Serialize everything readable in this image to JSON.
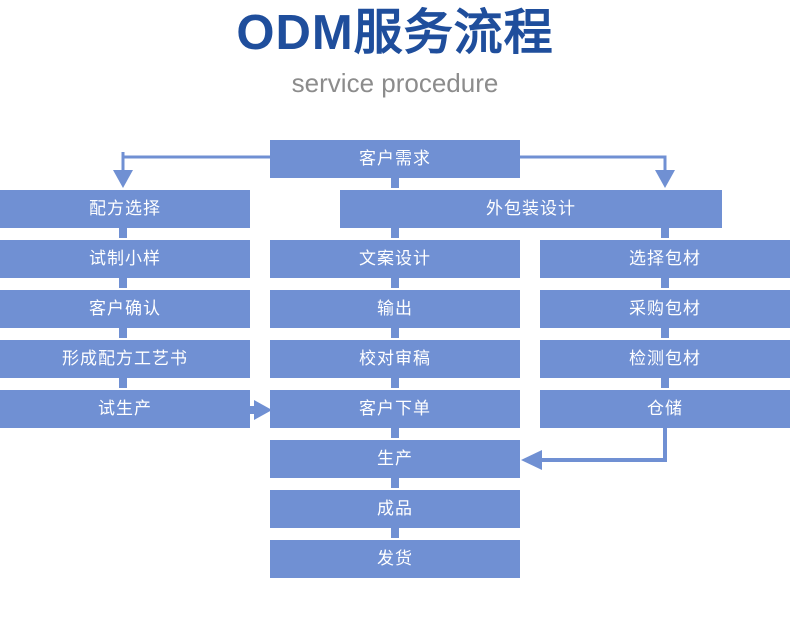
{
  "header": {
    "title": "ODM服务流程",
    "subtitle": "service procedure",
    "title_color": "#1f4e9c",
    "subtitle_color": "#8c8c8c"
  },
  "theme": {
    "node_fill": "#7090d3",
    "node_text": "#ffffff",
    "connector_color": "#7090d3",
    "background": "#ffffff"
  },
  "chart_data": {
    "type": "diagram",
    "diagram_kind": "flowchart",
    "title": "ODM服务流程",
    "subtitle": "service procedure",
    "nodes": [
      {
        "id": "n0",
        "label": "客户需求",
        "column": "top",
        "order": 0
      },
      {
        "id": "l1",
        "label": "配方选择",
        "column": "left",
        "order": 1
      },
      {
        "id": "l2",
        "label": "试制小样",
        "column": "left",
        "order": 2
      },
      {
        "id": "l3",
        "label": "客户确认",
        "column": "left",
        "order": 3
      },
      {
        "id": "l4",
        "label": "形成配方工艺书",
        "column": "left",
        "order": 4
      },
      {
        "id": "l5",
        "label": "试生产",
        "column": "left",
        "order": 5
      },
      {
        "id": "m1",
        "label": "外包装设计",
        "column": "middle",
        "order": 1
      },
      {
        "id": "m2",
        "label": "文案设计",
        "column": "middle",
        "order": 2
      },
      {
        "id": "m3",
        "label": "输出",
        "column": "middle",
        "order": 3
      },
      {
        "id": "m4",
        "label": "校对审稿",
        "column": "middle",
        "order": 4
      },
      {
        "id": "m5",
        "label": "客户下单",
        "column": "middle",
        "order": 5
      },
      {
        "id": "m6",
        "label": "生产",
        "column": "middle",
        "order": 6
      },
      {
        "id": "m7",
        "label": "成品",
        "column": "middle",
        "order": 7
      },
      {
        "id": "m8",
        "label": "发货",
        "column": "middle",
        "order": 8
      },
      {
        "id": "r2",
        "label": "选择包材",
        "column": "right",
        "order": 2
      },
      {
        "id": "r3",
        "label": "采购包材",
        "column": "right",
        "order": 3
      },
      {
        "id": "r4",
        "label": "检测包材",
        "column": "right",
        "order": 4
      },
      {
        "id": "r5",
        "label": "仓储",
        "column": "right",
        "order": 5
      }
    ],
    "edges": [
      {
        "from": "n0",
        "to": "l1",
        "style": "elbow-left",
        "arrow": true
      },
      {
        "from": "n0",
        "to": "m1",
        "style": "elbow-right",
        "arrow": true
      },
      {
        "from": "l1",
        "to": "l2",
        "style": "vertical",
        "arrow": false
      },
      {
        "from": "l2",
        "to": "l3",
        "style": "vertical",
        "arrow": false
      },
      {
        "from": "l3",
        "to": "l4",
        "style": "vertical",
        "arrow": false
      },
      {
        "from": "l4",
        "to": "l5",
        "style": "vertical",
        "arrow": false
      },
      {
        "from": "l5",
        "to": "m5",
        "style": "horizontal",
        "arrow": true
      },
      {
        "from": "m1",
        "to": "m2",
        "style": "vertical",
        "arrow": false
      },
      {
        "from": "m2",
        "to": "m3",
        "style": "vertical",
        "arrow": false
      },
      {
        "from": "m3",
        "to": "m4",
        "style": "vertical",
        "arrow": false
      },
      {
        "from": "m4",
        "to": "m5",
        "style": "vertical",
        "arrow": false
      },
      {
        "from": "m5",
        "to": "m6",
        "style": "vertical",
        "arrow": false
      },
      {
        "from": "m6",
        "to": "m7",
        "style": "vertical",
        "arrow": false
      },
      {
        "from": "m7",
        "to": "m8",
        "style": "vertical",
        "arrow": false
      },
      {
        "from": "m1",
        "to": "r2",
        "style": "vertical",
        "arrow": false
      },
      {
        "from": "r2",
        "to": "r3",
        "style": "vertical",
        "arrow": false
      },
      {
        "from": "r3",
        "to": "r4",
        "style": "vertical",
        "arrow": false
      },
      {
        "from": "r4",
        "to": "r5",
        "style": "vertical",
        "arrow": false
      },
      {
        "from": "r5",
        "to": "m6",
        "style": "elbow-left",
        "arrow": true
      }
    ]
  }
}
